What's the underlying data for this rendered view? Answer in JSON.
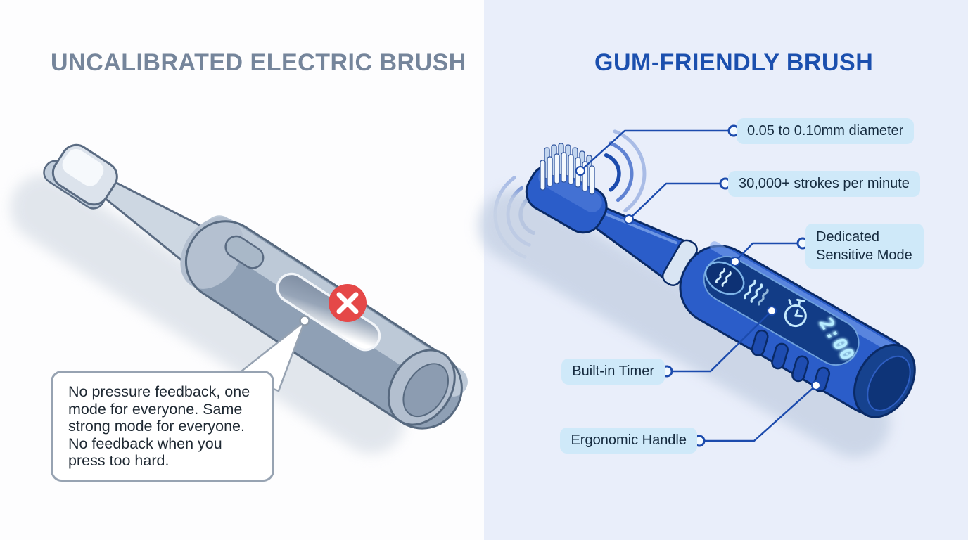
{
  "left_panel": {
    "title": "UNCALIBRATED ELECTRIC BRUSH",
    "callout_text": "No pressure feedback, one mode for everyone. Same strong mode for everyone. No feedback when you press too hard.",
    "badge_icon": "x-circle-icon"
  },
  "right_panel": {
    "title": "GUM-FRIENDLY BRUSH",
    "feature_labels": [
      "0.05 to 0.10mm diameter",
      "30,000+ strokes per minute",
      "Dedicated Sensitive Mode",
      "Built-in Timer",
      "Ergonomic Handle"
    ],
    "timer_display": "2:00"
  },
  "icons": {
    "error_badge": "x-circle-icon",
    "gentle_mode_button": "wave-icon",
    "vibration": "vibration-arcs-icon",
    "timer": "stopwatch-icon",
    "connector_endpoint": "dot-icon"
  },
  "colors": {
    "left_bg": "#fdfdfe",
    "right_bg": "#e9eefa",
    "left_title": "#75859b",
    "right_title": "#1b4fae",
    "label_pill_bg": "#cfe9f9",
    "label_text": "#152a3e",
    "connector_blue": "#1c4bad",
    "connector_gray": "#97a3b2",
    "brush_blue": "#2b5dc9",
    "brush_blue_outline": "#0a2a66",
    "brush_gray": "#94a3b8",
    "error_red": "#e54848",
    "display_glow": "#b7edff"
  }
}
